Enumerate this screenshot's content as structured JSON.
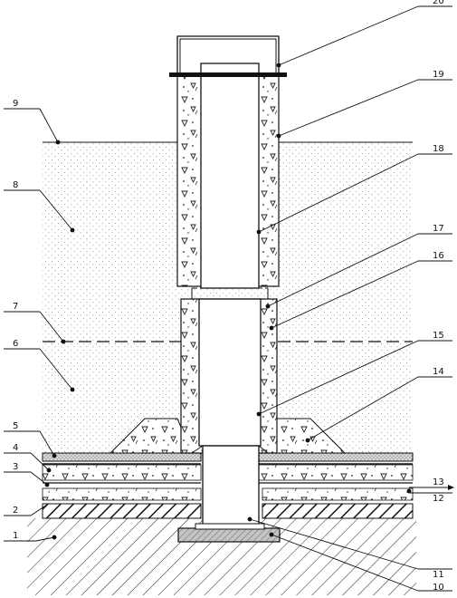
{
  "labels": {
    "n1": "1",
    "n2": "2",
    "n3": "3",
    "n4": "4",
    "n5": "5",
    "n6": "6",
    "n7": "7",
    "n8": "8",
    "n9": "9",
    "n10": "10",
    "n11": "11",
    "n12": "12",
    "n13": "13",
    "n14": "14",
    "n15": "15",
    "n16": "16",
    "n17": "17",
    "n18": "18",
    "n19": "19",
    "n20": "20"
  },
  "colors": {
    "line": "#111111",
    "soil_dots": "#9a9a9a",
    "concrete_fill": "#f6f6f6",
    "sand_fill": "#d9d9d9",
    "footing_fill": "#bdbdbd"
  }
}
